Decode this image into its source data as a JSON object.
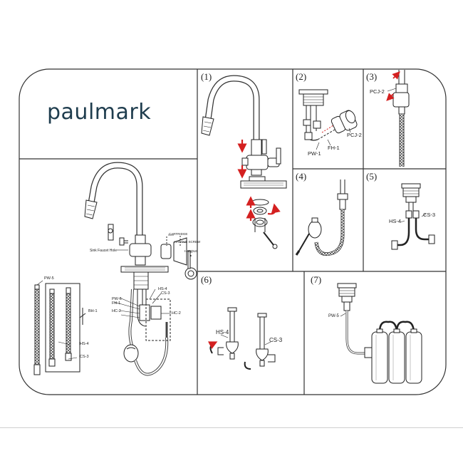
{
  "brand": {
    "name": "paulmark"
  },
  "colors": {
    "brand": "#1f3d4e",
    "arrow": "#d42020",
    "line": "#222222"
  },
  "steps": [
    {
      "number": "(1)"
    },
    {
      "number": "(2)"
    },
    {
      "number": "(3)"
    },
    {
      "number": "(4)"
    },
    {
      "number": "(5)"
    },
    {
      "number": "(6)"
    },
    {
      "number": "(7)"
    }
  ],
  "overview_labels": {
    "cartridge": "CARTRIDGE",
    "handle_screw": "HANDLE SCREW",
    "handle": "HANDLE",
    "sink_faucet_hole": "Sink Faucet Hole",
    "pw5": "PW-5",
    "hs4": "HS-4",
    "cs3": "CS-3",
    "fh1": "FH-1",
    "hc2": "HC-2",
    "pw6": "PW-6",
    "bh1": "BH-1"
  },
  "step2_labels": {
    "pw1": "PW-1",
    "fh1": "FH-1",
    "pcj2": "PCJ-2"
  },
  "step3_labels": {
    "pcj2": "PCJ-2"
  },
  "step5_labels": {
    "hs4": "HS-4",
    "cs3": "CS-3"
  },
  "step6_labels": {
    "hs4": "HS-4",
    "cs3": "CS-3"
  },
  "step7_labels": {
    "pw5": "PW-5"
  }
}
